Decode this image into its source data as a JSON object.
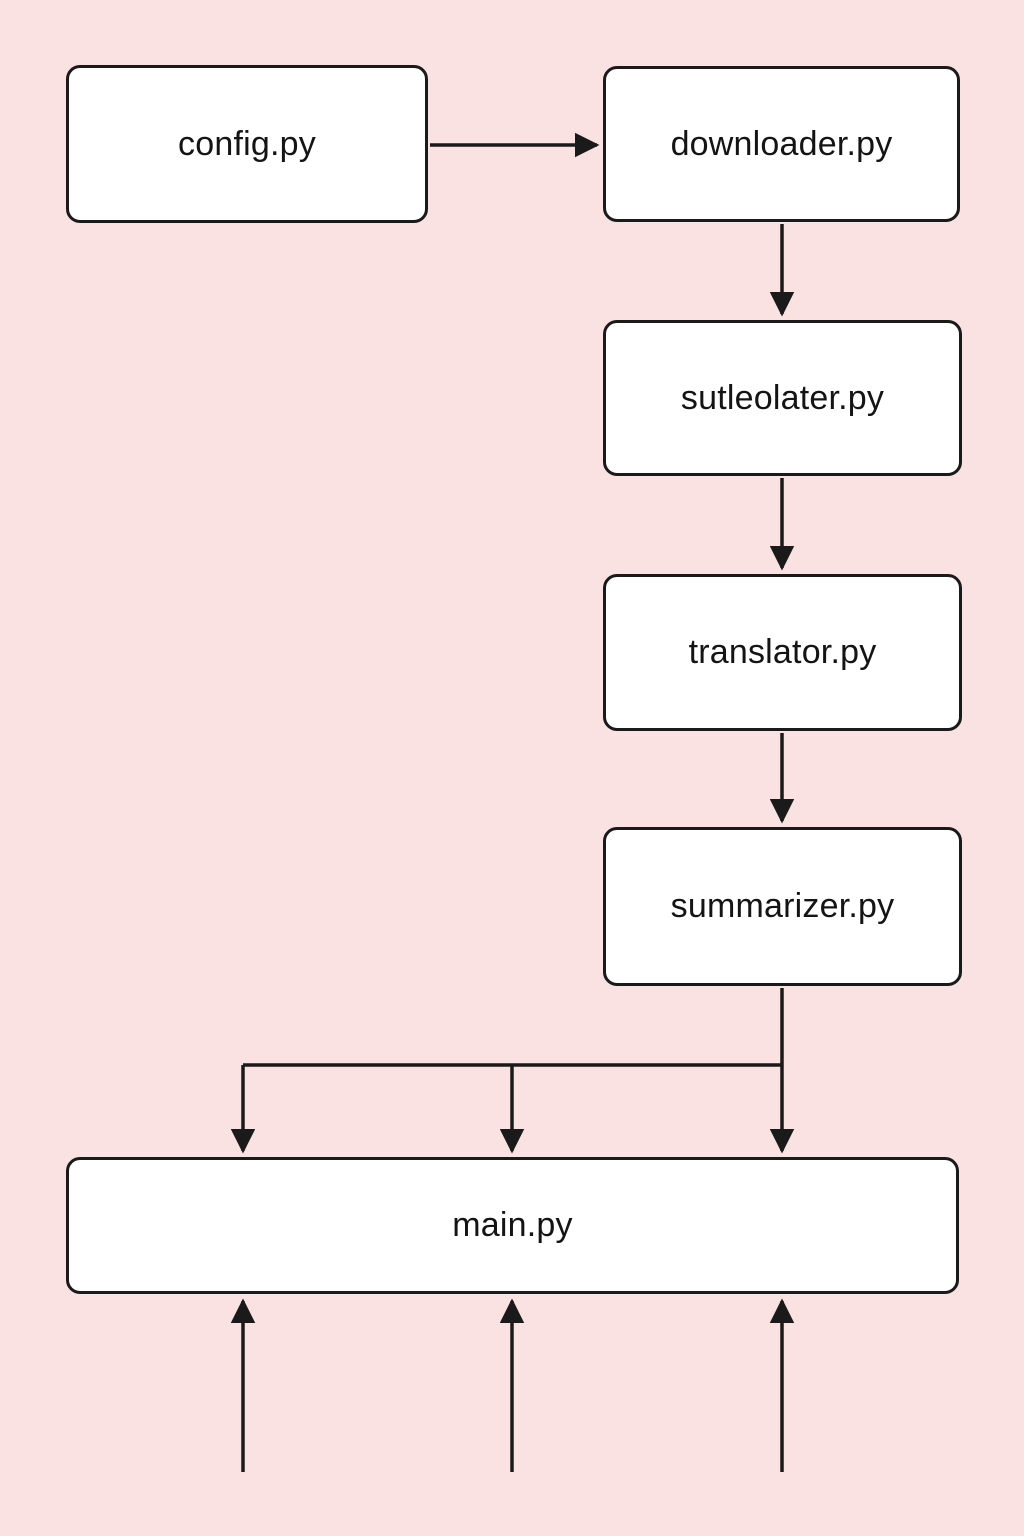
{
  "diagram": {
    "type": "flowchart",
    "background_color": "#f9e2e1",
    "node_fill_color": "#ffffff",
    "line_color": "#1a1a1a",
    "nodes": {
      "config": {
        "label": "config.py"
      },
      "downloader": {
        "label": "downloader.py"
      },
      "sutleolater": {
        "label": "sutleolater.py"
      },
      "translator": {
        "label": "translator.py"
      },
      "summarizer": {
        "label": "summarizer.py"
      },
      "main": {
        "label": "main.py"
      }
    },
    "edges": [
      {
        "from": "config.py",
        "to": "downloader.py",
        "direction": "right"
      },
      {
        "from": "downloader.py",
        "to": "sutleolater.py",
        "direction": "down"
      },
      {
        "from": "sutleolater.py",
        "to": "translator.py",
        "direction": "down"
      },
      {
        "from": "translator.py",
        "to": "summarizer.py",
        "direction": "down"
      },
      {
        "from": "summarizer.py",
        "to": "main.py",
        "direction": "down",
        "note": "fans out into three arrowheads entering main.py top"
      }
    ],
    "unlabeled_incoming_arrows_bottom_of_main": 3
  }
}
